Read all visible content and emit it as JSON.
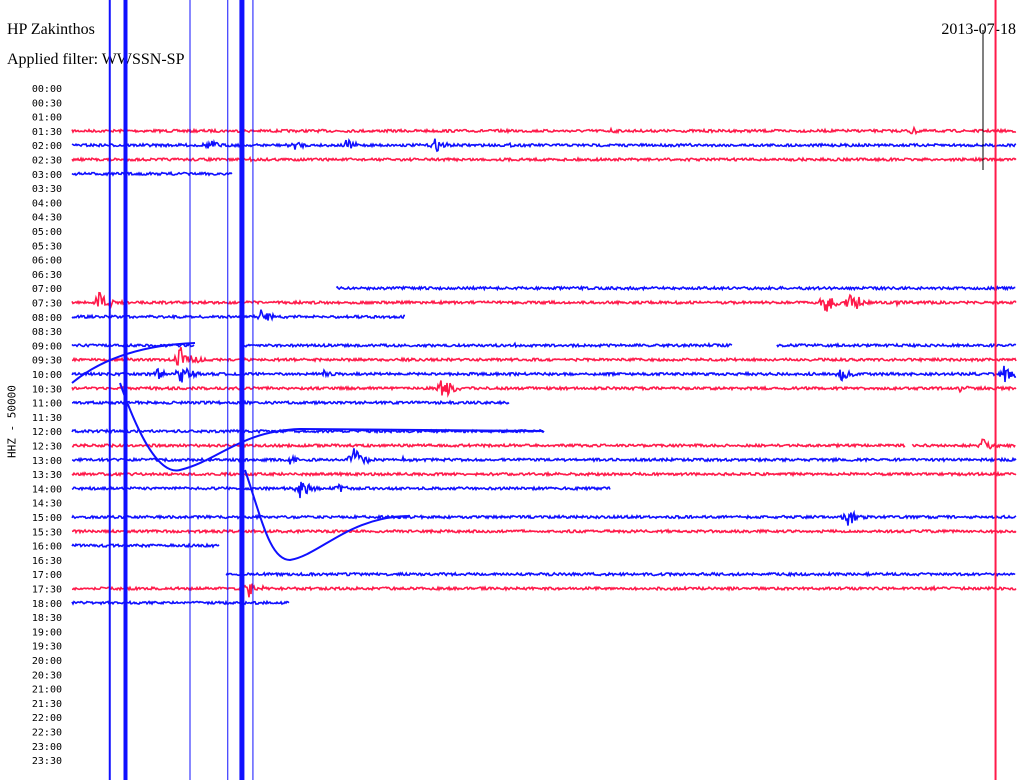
{
  "header": {
    "station": "HP Zakinthos",
    "date": "2013-07-18",
    "filter": "Applied filter: WWSSN-SP"
  },
  "chart_data": {
    "type": "line",
    "title": "HP Zakinthos",
    "subtitle": "Applied filter: WWSSN-SP",
    "date": "2013-07-18",
    "ylabel": "HHZ - 50000",
    "xlabel": "",
    "minutes_per_row": 30,
    "colors": {
      "odd": "#ff1a4a",
      "even": "#1010ff"
    },
    "row_labels": [
      "00:00",
      "00:30",
      "01:00",
      "01:30",
      "02:00",
      "02:30",
      "03:00",
      "03:30",
      "04:00",
      "04:30",
      "05:00",
      "05:30",
      "06:00",
      "06:30",
      "07:00",
      "07:30",
      "08:00",
      "08:30",
      "09:00",
      "09:30",
      "10:00",
      "10:30",
      "11:00",
      "11:30",
      "12:00",
      "12:30",
      "13:00",
      "13:30",
      "14:00",
      "14:30",
      "15:00",
      "15:30",
      "16:00",
      "16:30",
      "17:00",
      "17:30",
      "18:00",
      "18:30",
      "19:00",
      "19:30",
      "20:00",
      "20:30",
      "21:00",
      "21:30",
      "22:00",
      "22:30",
      "23:00",
      "23:30"
    ],
    "traces": [
      {
        "row": "01:30",
        "segments": [
          [
            0,
            30
          ]
        ],
        "events": [
          [
            17.1,
            3
          ],
          [
            26.6,
            5
          ]
        ]
      },
      {
        "row": "02:00",
        "segments": [
          [
            0,
            30
          ]
        ],
        "events": [
          [
            4.3,
            7
          ],
          [
            7.0,
            6
          ],
          [
            8.7,
            7
          ],
          [
            11.5,
            8
          ],
          [
            13.9,
            2
          ],
          [
            19.6,
            2
          ]
        ]
      },
      {
        "row": "02:30",
        "segments": [
          [
            0,
            30
          ]
        ],
        "events": [
          [
            5.6,
            3
          ]
        ]
      },
      {
        "row": "03:00",
        "segments": [
          [
            0,
            5.1
          ]
        ],
        "events": []
      },
      {
        "row": "07:00",
        "segments": [
          [
            8.4,
            30
          ]
        ],
        "events": []
      },
      {
        "row": "07:30",
        "segments": [
          [
            0,
            30
          ]
        ],
        "events": [
          [
            0.8,
            16
          ],
          [
            23.9,
            12
          ],
          [
            24.7,
            14
          ],
          [
            26.2,
            3
          ]
        ]
      },
      {
        "row": "08:00",
        "segments": [
          [
            0,
            10.6
          ]
        ],
        "events": [
          [
            6.0,
            9
          ]
        ]
      },
      {
        "row": "09:00",
        "segments": [
          [
            0,
            3.9
          ],
          [
            5.4,
            21.0
          ],
          [
            22.4,
            30
          ]
        ],
        "events": [
          [
            14.0,
            3
          ],
          [
            20.2,
            3
          ]
        ]
      },
      {
        "row": "09:30",
        "segments": [
          [
            0,
            30
          ]
        ],
        "events": [
          [
            3.4,
            18
          ]
        ]
      },
      {
        "row": "10:00",
        "segments": [
          [
            0,
            30
          ]
        ],
        "events": [
          [
            2.7,
            6
          ],
          [
            3.4,
            12
          ],
          [
            8.0,
            4
          ],
          [
            24.4,
            8
          ],
          [
            29.6,
            10
          ]
        ]
      },
      {
        "row": "10:30",
        "segments": [
          [
            0,
            30
          ]
        ],
        "events": [
          [
            11.7,
            14
          ],
          [
            28.2,
            5
          ]
        ]
      },
      {
        "row": "11:00",
        "segments": [
          [
            0,
            13.9
          ]
        ],
        "events": []
      },
      {
        "row": "12:00",
        "segments": [
          [
            0,
            15.0
          ]
        ],
        "events": []
      },
      {
        "row": "12:30",
        "segments": [
          [
            0,
            26.5
          ],
          [
            26.7,
            30
          ]
        ],
        "events": [
          [
            28.9,
            8
          ]
        ]
      },
      {
        "row": "13:00",
        "segments": [
          [
            0,
            30
          ]
        ],
        "events": [
          [
            6.9,
            5
          ],
          [
            8.9,
            14
          ],
          [
            10.5,
            3
          ],
          [
            16.2,
            2
          ]
        ]
      },
      {
        "row": "13:30",
        "segments": [
          [
            0,
            30
          ]
        ],
        "events": []
      },
      {
        "row": "14:00",
        "segments": [
          [
            0,
            17.1
          ]
        ],
        "events": [
          [
            7.2,
            12
          ],
          [
            8.4,
            6
          ]
        ]
      },
      {
        "row": "15:00",
        "segments": [
          [
            0,
            30
          ]
        ],
        "events": [
          [
            24.6,
            12
          ]
        ]
      },
      {
        "row": "15:30",
        "segments": [
          [
            0,
            30
          ]
        ],
        "events": []
      },
      {
        "row": "16:00",
        "segments": [
          [
            0,
            4.7
          ]
        ],
        "events": []
      },
      {
        "row": "17:00",
        "segments": [
          [
            4.9,
            30
          ]
        ],
        "events": []
      },
      {
        "row": "17:30",
        "segments": [
          [
            0,
            30
          ]
        ],
        "events": [
          [
            5.6,
            10
          ],
          [
            27.3,
            3
          ]
        ]
      },
      {
        "row": "18:00",
        "segments": [
          [
            0,
            6.9
          ]
        ],
        "events": []
      }
    ],
    "spikes": [
      {
        "minute": 1.2,
        "color": "#1010ff",
        "width": 2
      },
      {
        "minute": 1.7,
        "color": "#1010ff",
        "width": 4
      },
      {
        "minute": 3.75,
        "color": "#1010ff",
        "width": 1
      },
      {
        "minute": 4.95,
        "color": "#1010ff",
        "width": 1
      },
      {
        "minute": 5.4,
        "color": "#1010ff",
        "width": 5
      },
      {
        "minute": 5.75,
        "color": "#1010ff",
        "width": 1
      },
      {
        "minute": 29.35,
        "color": "#ff1a4a",
        "width": 2
      }
    ]
  }
}
